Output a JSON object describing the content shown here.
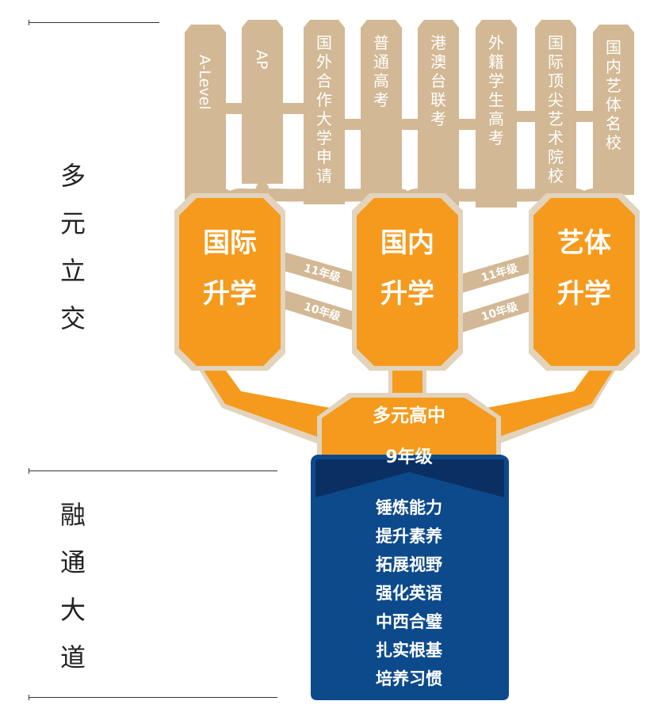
{
  "side_labels": {
    "top": [
      "多",
      "元",
      "立",
      "交"
    ],
    "bottom": [
      "融",
      "通",
      "大",
      "道"
    ]
  },
  "destinations": [
    {
      "label": "A-Level",
      "rotated": true
    },
    {
      "label": "AP",
      "rotated": true
    },
    {
      "label": "国外合作大学申请",
      "rotated": false
    },
    {
      "label": "普通高考",
      "rotated": false
    },
    {
      "label": "港澳台联考",
      "rotated": false
    },
    {
      "label": "外籍学生高考",
      "rotated": false
    },
    {
      "label": "国际顶尖艺术院校",
      "rotated": false
    },
    {
      "label": "国内艺体名校",
      "rotated": false
    }
  ],
  "tracks": [
    {
      "label": "国际升学"
    },
    {
      "label": "国内升学"
    },
    {
      "label": "艺体升学"
    }
  ],
  "grade_links": {
    "left": [
      "11年级",
      "10年级"
    ],
    "right": [
      "11年级",
      "10年级"
    ]
  },
  "base": {
    "title": "多元高中",
    "grade": "9年级",
    "items": [
      "锤炼能力",
      "提升素养",
      "拓展视野",
      "强化英语",
      "中西合璧",
      "扎实根基",
      "培养习惯"
    ]
  },
  "colors": {
    "beige": "#d2b894",
    "orange": "#f59a1c",
    "navy": "#0d4a8c",
    "navy_dark": "#0a2f63",
    "outline": "#e2d3bd"
  }
}
